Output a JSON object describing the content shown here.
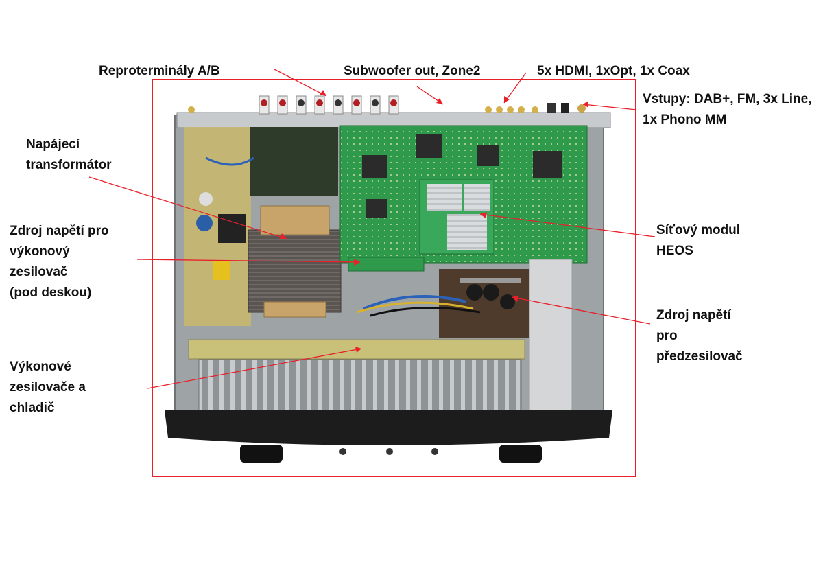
{
  "labels": {
    "speaker_terminals": "Reproterminály A/B",
    "subwoofer_out": "Subwoofer out, Zone2",
    "digital_inputs": "5x HDMI, 1xOpt, 1x Coax",
    "analog_inputs": "Vstupy: DAB+, FM, 3x Line,\n1x Phono MM",
    "transformer": "Napájecí\ntransformátor",
    "amp_psu": "Zdroj napětí pro\nvýkonový\nzesilovač\n(pod deskou)",
    "heos_module": "Síťový modul\nHEOS",
    "preamp_psu": "Zdroj napětí\npro\npředzesilovač",
    "power_amps": "Výkonové\nzesilovače a\nchladič"
  },
  "colors": {
    "annotation_red": "#e8202a",
    "pcb_green": "#2f9a4c",
    "chassis_gray": "#9ea3a6",
    "front_panel": "#1c1c1c",
    "transformer_core": "#5b5552",
    "transformer_coil": "#c9a46a"
  }
}
